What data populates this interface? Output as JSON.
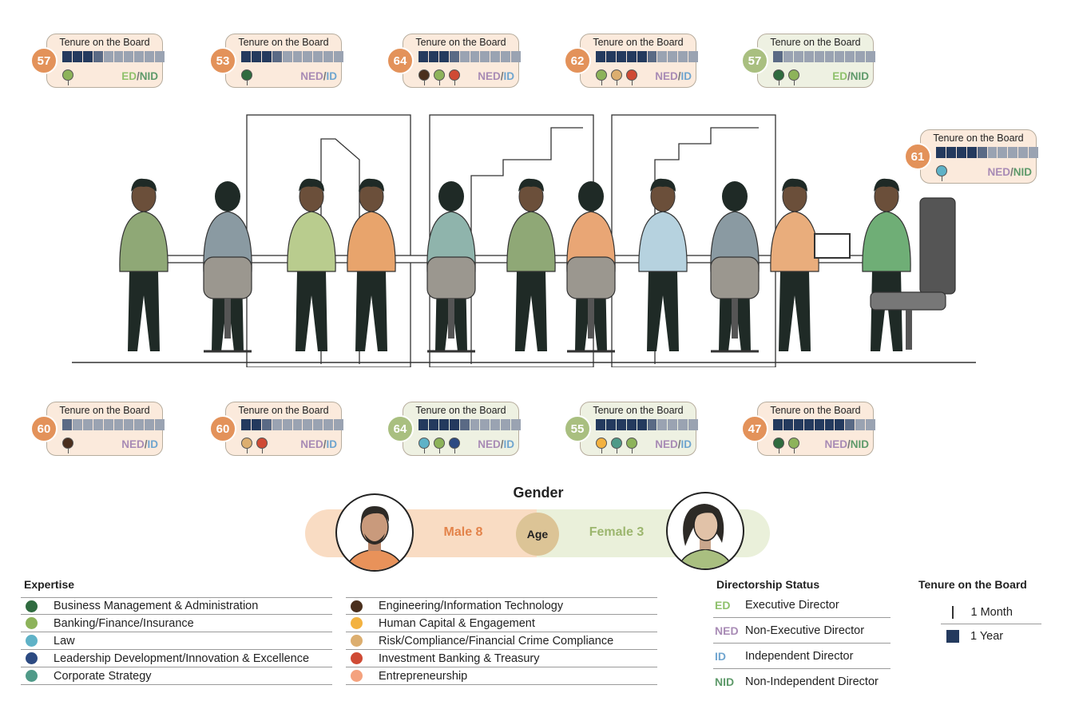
{
  "colors": {
    "male_card": "#fbeadc",
    "female_card": "#eef1e2",
    "male_badge": "#e3925a",
    "female_badge": "#a9bf80",
    "year_segment": "#243a5e",
    "empty_segment": "#9aa3b2",
    "ed": "#8fc16c",
    "ned": "#a88bb5",
    "id": "#6fa5cf",
    "nid": "#5e9a6a"
  },
  "expertise_colors": {
    "business": "#2f6b3f",
    "banking": "#8db35a",
    "law": "#5fb2c7",
    "leadership": "#2c4a82",
    "strategy": "#4f9a88",
    "engineering": "#4a2f1d",
    "human_capital": "#f3b240",
    "risk": "#dcae6f",
    "investment": "#cf4a34",
    "entrepreneurship": "#f4a27e"
  },
  "cards": [
    {
      "age": "57",
      "gender": "male",
      "years": 3,
      "months": 7,
      "expertise": [
        "banking"
      ],
      "status_a": "ED",
      "status_a_color": "ed",
      "status_b": "NID",
      "status_b_color": "nid"
    },
    {
      "age": "53",
      "gender": "male",
      "years": 3,
      "months": 5,
      "expertise": [
        "business"
      ],
      "status_a": "NED",
      "status_a_color": "ned",
      "status_b": "ID",
      "status_b_color": "id"
    },
    {
      "age": "64",
      "gender": "male",
      "years": 3,
      "months": 3,
      "expertise": [
        "engineering",
        "banking",
        "investment"
      ],
      "status_a": "NED",
      "status_a_color": "ned",
      "status_b": "ID",
      "status_b_color": "id"
    },
    {
      "age": "62",
      "gender": "male",
      "years": 5,
      "months": 3,
      "expertise": [
        "banking",
        "risk",
        "investment"
      ],
      "status_a": "NED",
      "status_a_color": "ned",
      "status_b": "ID",
      "status_b_color": "id"
    },
    {
      "age": "57",
      "gender": "female",
      "years": 0,
      "months": 8,
      "expertise": [
        "business",
        "banking"
      ],
      "status_a": "ED",
      "status_a_color": "ed",
      "status_b": "NID",
      "status_b_color": "nid"
    },
    {
      "age": "61",
      "gender": "male",
      "years": 4,
      "months": 2,
      "expertise": [
        "law"
      ],
      "status_a": "NED",
      "status_a_color": "ned",
      "status_b": "NID",
      "status_b_color": "nid"
    },
    {
      "age": "60",
      "gender": "male",
      "years": 0,
      "months": 6,
      "expertise": [
        "engineering"
      ],
      "status_a": "NED",
      "status_a_color": "ned",
      "status_b": "ID",
      "status_b_color": "id"
    },
    {
      "age": "60",
      "gender": "male",
      "years": 2,
      "months": 3,
      "expertise": [
        "risk",
        "investment"
      ],
      "status_a": "NED",
      "status_a_color": "ned",
      "status_b": "ID",
      "status_b_color": "id"
    },
    {
      "age": "64",
      "gender": "female",
      "years": 4,
      "months": 4,
      "expertise": [
        "law",
        "banking",
        "leadership"
      ],
      "status_a": "NED",
      "status_a_color": "ned",
      "status_b": "ID",
      "status_b_color": "id"
    },
    {
      "age": "55",
      "gender": "female",
      "years": 5,
      "months": 4,
      "expertise": [
        "human_capital",
        "strategy",
        "banking"
      ],
      "status_a": "NED",
      "status_a_color": "ned",
      "status_b": "ID",
      "status_b_color": "id"
    },
    {
      "age": "47",
      "gender": "male",
      "years": 7,
      "months": 4,
      "expertise": [
        "business",
        "banking"
      ],
      "status_a": "NED",
      "status_a_color": "ned",
      "status_b": "NID",
      "status_b_color": "nid"
    }
  ],
  "card_title": "Tenure on the Board",
  "status_slash": "/",
  "gender": {
    "title": "Gender",
    "male": "Male 8",
    "female": "Female 3",
    "age": "Age"
  },
  "expertise_legend": {
    "title": "Expertise",
    "items": [
      {
        "key": "business",
        "label": "Business Management & Administration"
      },
      {
        "key": "banking",
        "label": "Banking/Finance/Insurance"
      },
      {
        "key": "law",
        "label": "Law"
      },
      {
        "key": "leadership",
        "label": "Leadership Development/Innovation & Excellence"
      },
      {
        "key": "strategy",
        "label": "Corporate Strategy"
      },
      {
        "key": "engineering",
        "label": "Engineering/Information Technology"
      },
      {
        "key": "human_capital",
        "label": "Human Capital & Engagement"
      },
      {
        "key": "risk",
        "label": "Risk/Compliance/Financial Crime Compliance"
      },
      {
        "key": "investment",
        "label": "Investment Banking & Treasury"
      },
      {
        "key": "entrepreneurship",
        "label": "Entrepreneurship"
      }
    ]
  },
  "directorship_legend": {
    "title": "Directorship Status",
    "items": [
      {
        "abbr": "ED",
        "color": "ed",
        "label": "Executive Director"
      },
      {
        "abbr": "NED",
        "color": "ned",
        "label": "Non-Executive Director"
      },
      {
        "abbr": "ID",
        "color": "id",
        "label": "Independent Director"
      },
      {
        "abbr": "NID",
        "color": "nid",
        "label": "Non-Independent Director"
      }
    ]
  },
  "tenure_legend": {
    "title": "Tenure on the Board",
    "month": "1 Month",
    "year": "1 Year"
  }
}
